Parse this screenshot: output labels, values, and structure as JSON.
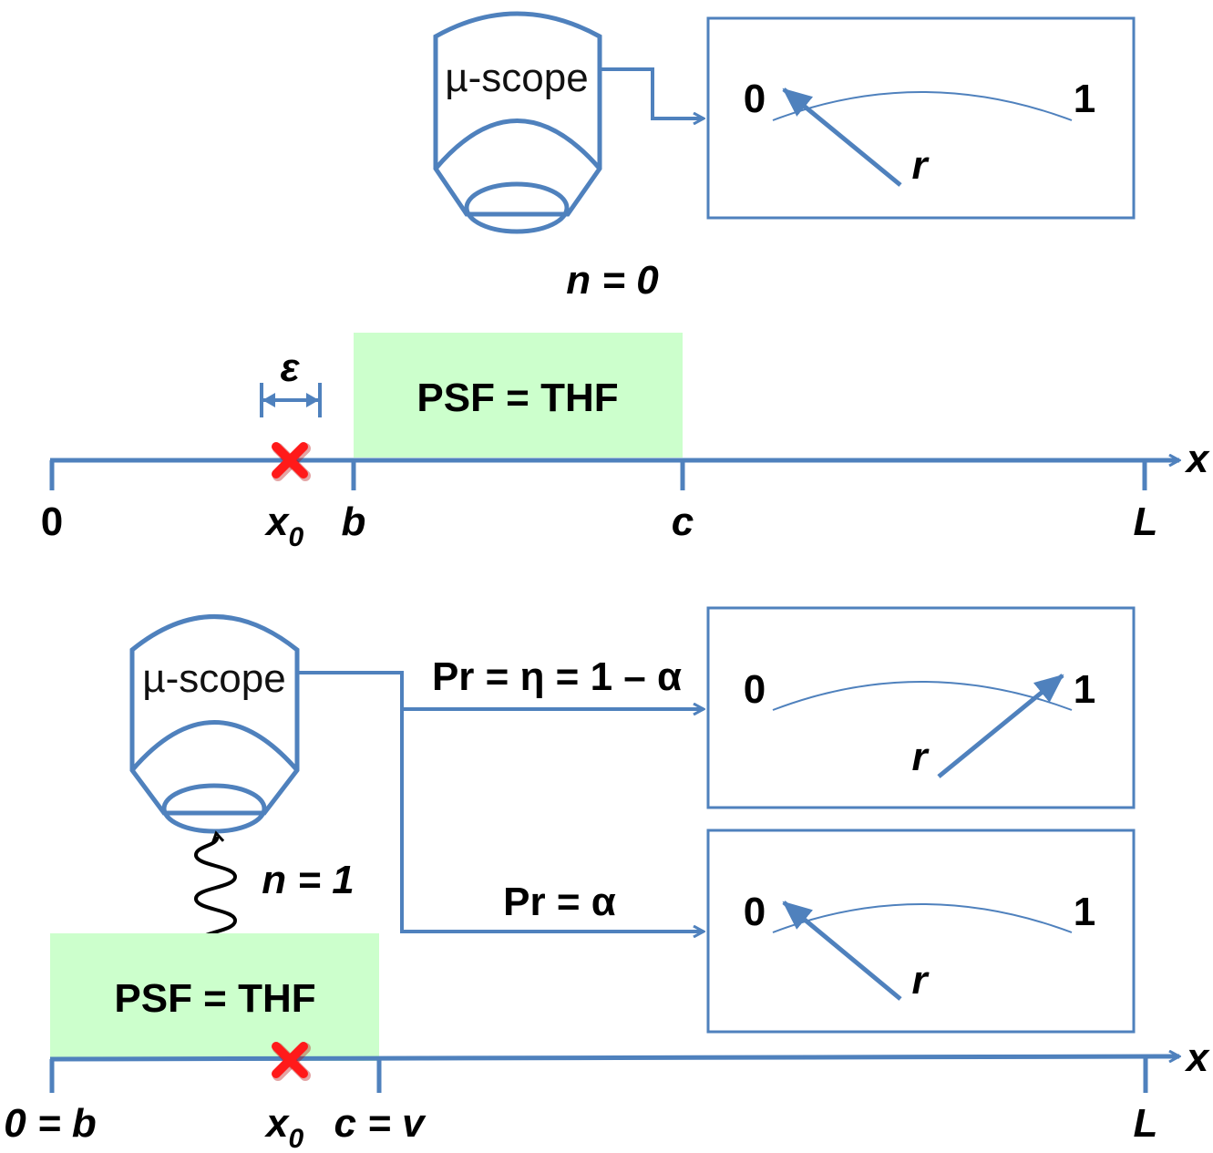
{
  "colors": {
    "line": "#4f81bd",
    "psf_fill": "#ccffcc",
    "source_marker": "#ff0000",
    "text": "#000000"
  },
  "panel_n0": {
    "microscope_label": "µ-scope",
    "photon_count": "n = 0",
    "meter": {
      "left_label": "0",
      "right_label": "1",
      "needle_label": "r",
      "needle_points_to": "0"
    }
  },
  "axis_top": {
    "psf_label": "PSF = THF",
    "epsilon_label": "ε",
    "axis_label": "x",
    "ticks": [
      {
        "label": "0",
        "sub": ""
      },
      {
        "label": "x",
        "sub": "0"
      },
      {
        "label": "b",
        "sub": ""
      },
      {
        "label": "c",
        "sub": ""
      },
      {
        "label": "L",
        "sub": ""
      }
    ],
    "source_marker_icon": "x-cross-icon"
  },
  "panel_n1": {
    "microscope_label": "µ-scope",
    "photon_count": "n = 1",
    "branch_upper_label": "Pr = η = 1 – α",
    "branch_lower_label": "Pr = α",
    "meter_upper": {
      "left_label": "0",
      "right_label": "1",
      "needle_label": "r",
      "needle_points_to": "1"
    },
    "meter_lower": {
      "left_label": "0",
      "right_label": "1",
      "needle_label": "r",
      "needle_points_to": "0"
    },
    "photon_icon": "wavy-photon-arrow-icon"
  },
  "axis_bottom": {
    "psf_label": "PSF = THF",
    "axis_label": "x",
    "ticks": [
      {
        "label": "0 = b",
        "sub": ""
      },
      {
        "label": "x",
        "sub": "0"
      },
      {
        "label": "c = v",
        "sub": ""
      },
      {
        "label": "L",
        "sub": ""
      }
    ],
    "source_marker_icon": "x-cross-icon"
  }
}
